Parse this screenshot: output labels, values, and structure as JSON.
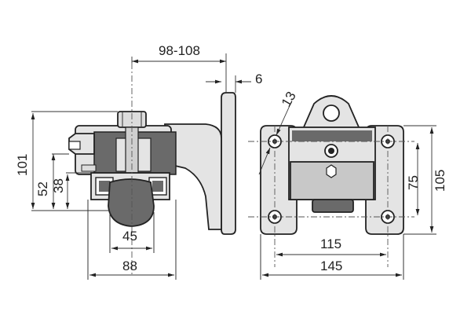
{
  "dimensions": {
    "width_adjust": "98-108",
    "plate_thickness": "6",
    "hole_dia": "13",
    "height_total": "101",
    "height_mid": "52",
    "height_low": "38",
    "roller_width": "45",
    "base_width": "88",
    "hole_spacing_h": "115",
    "overall_width": "145",
    "hole_spacing_v": "75",
    "overall_height": "105"
  },
  "colors": {
    "ink": "#222222",
    "body_fill": "#e4e4e4",
    "dark_fill": "#6a6a6a",
    "block_fill": "#c8c8c8"
  }
}
